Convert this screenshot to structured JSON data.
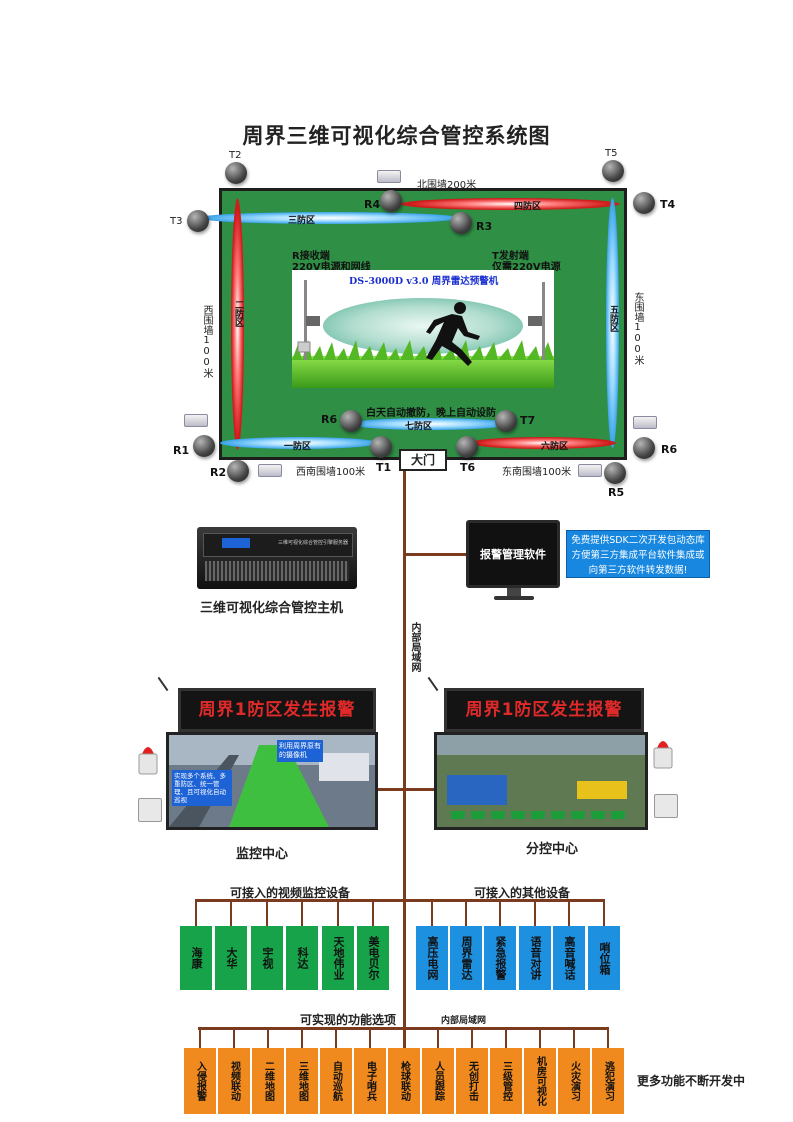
{
  "title": "周界三维可视化综合管控系统图",
  "walls": {
    "north": "北围墙200米",
    "west": "西围墙100米",
    "east": "东围墙100米",
    "southwest": "西南围墙100米",
    "southeast": "东南围墙100米"
  },
  "zones": {
    "z1": "一防区",
    "z2": "二防区",
    "z3": "三防区",
    "z4": "四防区",
    "z5": "五防区",
    "z6": "六防区",
    "z7": "七防区"
  },
  "nodes": {
    "T1": "T1",
    "T2": "T2",
    "T3": "T3",
    "T4": "T4",
    "T5": "T5",
    "T6": "T6",
    "T7": "T7",
    "R1": "R1",
    "R2": "R2",
    "R3": "R3",
    "R4": "R4",
    "R5": "R5",
    "R6a": "R6",
    "R6b": "R6"
  },
  "scene": {
    "receiver": "R接收端",
    "receiver_power": "220V电源和网线",
    "transmitter": "T发射端",
    "transmitter_power": "仅需220V电源",
    "product": "DS-3000D v3.0 周界雷达预警机",
    "auto_arm": "白天自动撤防，晚上自动设防"
  },
  "gate": "大门",
  "host": {
    "caption": "三维可视化综合管控主机",
    "panel_text": "三维可视化综合管控引擎服务器"
  },
  "software": {
    "label": "报警管理软件",
    "info": "免费提供SDK二次开发包动态库方便第三方集成平台软件集成或向第三方软件转发数据!"
  },
  "network_label": "内部局域网",
  "network_label_small": "内部局域网",
  "left_center": {
    "led": "周界1防区发生报警",
    "caption": "监控中心",
    "note1": "利用周界原有的摄像机",
    "note2": "实现多个系统、多重防区、统一管理、且可视化自动巡视"
  },
  "right_center": {
    "led": "周界1防区发生报警",
    "caption": "分控中心"
  },
  "video_section": {
    "title": "可接入的视频监控设备",
    "items": [
      "海康",
      "大华",
      "宇视",
      "科达",
      "天地伟业",
      "美电贝尔"
    ]
  },
  "other_section": {
    "title": "可接入的其他设备",
    "items": [
      "高压电网",
      "周界雷达",
      "紧急报警",
      "语音对讲",
      "高音喊话",
      "哨位箱"
    ]
  },
  "function_section": {
    "title": "可实现的功能选项",
    "items": [
      "入侵报警",
      "视频联动",
      "二维地图",
      "三维地图",
      "自动巡航",
      "电子哨兵",
      "枪球联动",
      "人员跟踪",
      "无创打击",
      "三级管控",
      "机房可视化",
      "火灾演习",
      "逃犯演习"
    ],
    "more": "更多功能不断开发中"
  },
  "colors": {
    "field": "#2f8f45",
    "line": "#7a3b1e",
    "video_box": "#17a34a",
    "other_box": "#1e90e0",
    "function_box": "#f08a1e",
    "led_text": "#e02a2a"
  }
}
